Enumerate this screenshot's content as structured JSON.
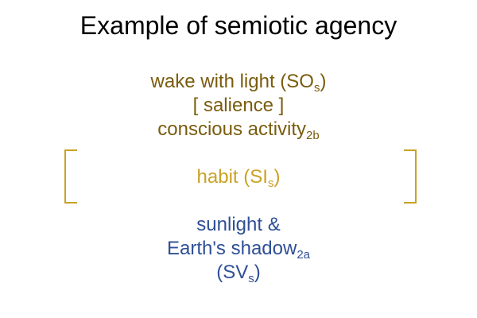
{
  "title": "Example of semiotic agency",
  "object": {
    "line1_text": "wake with light (SO",
    "line1_sub": "s",
    "line1_close": ")",
    "line2_text": "[ salience ]",
    "line3_text": "conscious activity",
    "line3_sub": "2b"
  },
  "interpretant": {
    "text": "habit (SI",
    "sub": "s",
    "close": ")"
  },
  "vehicle": {
    "line1_text": "sunlight &",
    "line2_text": "Earth's shadow",
    "line2_sub": "2a",
    "line3_open": "(SV",
    "line3_sub": "s",
    "line3_close": ")"
  },
  "colors": {
    "object": "#7a5c0e",
    "interpretant": "#c9a227",
    "vehicle": "#2f4f96",
    "title": "#000000"
  }
}
